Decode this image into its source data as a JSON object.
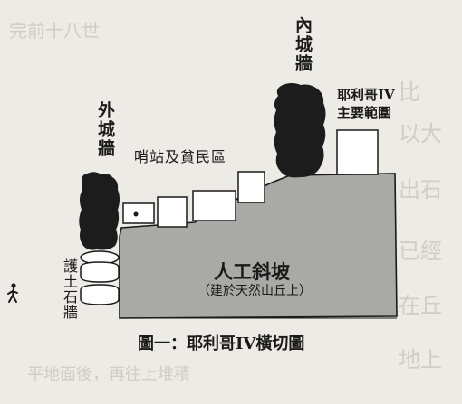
{
  "background_text": {
    "top_left": "完前十八世",
    "right_margin": [
      "比",
      "以大",
      "出石",
      "已經",
      "在丘",
      "地上"
    ],
    "bottom_partial": "平地面後，再往上堆積"
  },
  "diagram": {
    "outer_wall_label": "外城牆",
    "inner_wall_label": "內城牆",
    "houses_label": "哨站及貧民區",
    "jericho_range_label": "耶利哥IV主要範圍",
    "jericho_range_line1": "耶利哥IV",
    "jericho_range_line2": "主要範圍",
    "slope_label": "人工斜坡",
    "slope_sublabel": "（建於天然山丘上）",
    "revetment_label": "護土石牆",
    "caption": "圖一：耶利哥IV橫切圖"
  },
  "colors": {
    "paper": "#ecebe6",
    "wall_fill": "#1c1c1c",
    "slope_fill": "#a9a9a6",
    "outline": "#1a1a1a"
  },
  "icons": {
    "person": "walking-person-icon"
  }
}
